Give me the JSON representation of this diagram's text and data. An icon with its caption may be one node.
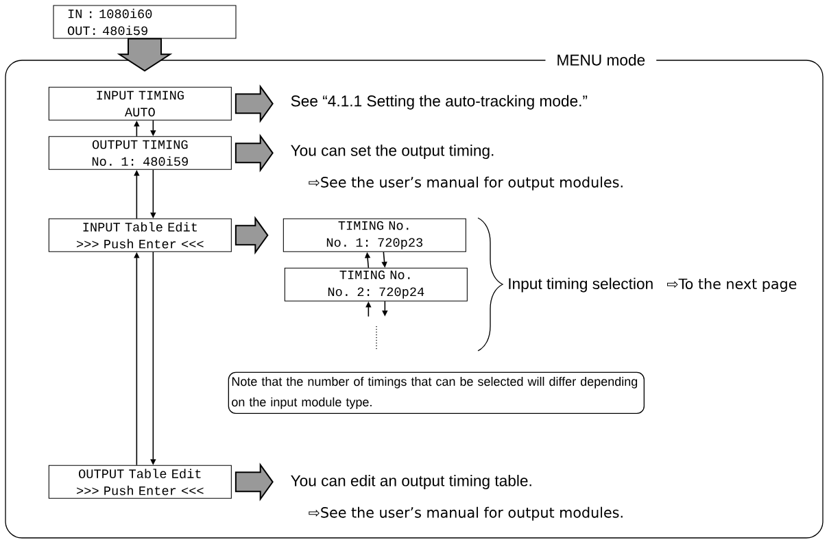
{
  "diagram": {
    "nodes": [
      {
        "text": [
          "IN : 1080i60",
          "OUT: 480i59"
        ]
      },
      {
        "text": [
          "MENU mode"
        ]
      },
      {
        "text": [
          "INPUT TIMING",
          "AUTO"
        ],
        "in": 1
      },
      {
        "text": [
          "OUTPUT TIMING",
          "No. 1: 480i59"
        ],
        "in": 1
      },
      {
        "text": [
          "INPUT Table Edit",
          ">>> Push Enter <<<"
        ],
        "in": 1
      },
      {
        "text": [
          "TIMING No.",
          "No. 1: 720p23"
        ],
        "in": 1
      },
      {
        "text": [
          "TIMING No.",
          "No. 2: 720p24"
        ],
        "in": 1
      },
      {
        "text": [
          "OUTPUT Table Edit",
          ">>> Push Enter <<<"
        ],
        "in": 1
      },
      {
        "text": [
          "See “4.1.1 Setting the auto-tracking mode.”"
        ],
        "in": 1
      },
      {
        "text": [
          "You can set the output timing.",
          "⇨See the user’s manual for output modules."
        ],
        "in": 1
      },
      {
        "text": [
          "Note that the number of timings that can be selected will differ depending on the input module type."
        ],
        "in": 1
      },
      {
        "text": [
          "You can edit an output timing table.",
          "⇨See the user’s manual for output modules."
        ],
        "in": 1
      }
    ],
    "edges": [
      {
        "from": 0,
        "to": 1,
        "arrow": "to",
        "style": "thick",
        "color": "#999999"
      },
      {
        "from": 2,
        "to": 8,
        "arrow": "to",
        "style": "thick",
        "color": "#999999"
      },
      {
        "from": 3,
        "to": 9,
        "arrow": "to",
        "style": "thick",
        "color": "#999999"
      },
      {
        "from": 4,
        "to": 5,
        "arrow": "to",
        "style": "thick",
        "color": "#999999"
      },
      {
        "from": 7,
        "to": 11,
        "arrow": "to",
        "style": "thick",
        "color": "#999999"
      },
      {
        "from": 3,
        "to": 2,
        "arrow": "to"
      },
      {
        "from": 2,
        "to": 3,
        "arrow": "to"
      },
      {
        "from": 4,
        "to": 3,
        "arrow": "to"
      },
      {
        "from": 3,
        "to": 4,
        "arrow": "to"
      },
      {
        "from": 7,
        "to": 4,
        "arrow": "to"
      },
      {
        "from": 4,
        "to": 7,
        "arrow": "to"
      },
      {
        "from": 6,
        "to": 5,
        "arrow": "to"
      },
      {
        "from": 5,
        "to": 6,
        "arrow": "to"
      },
      {
        "from": null,
        "to": 6,
        "arrow": "to"
      },
      {
        "from": 6,
        "to": null,
        "arrow": "to"
      }
    ],
    "labels": [
      "Input timing selection",
      "⇨To the next page"
    ]
  }
}
